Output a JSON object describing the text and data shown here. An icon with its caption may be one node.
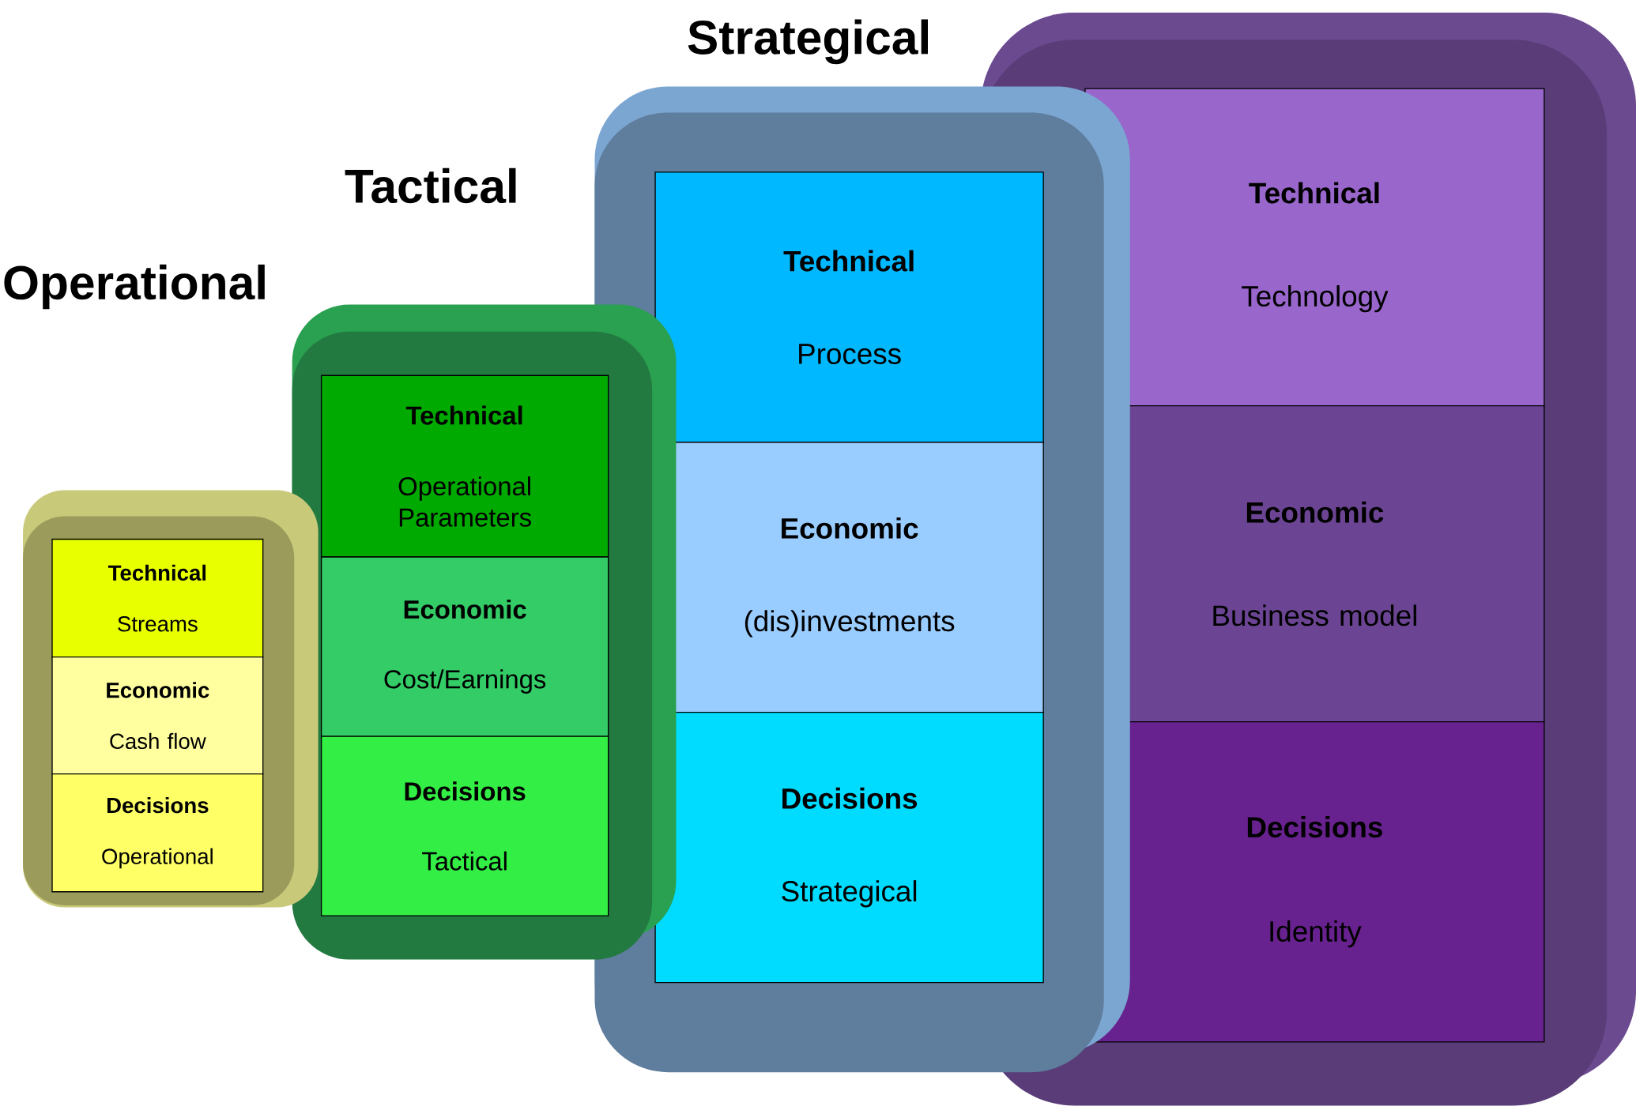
{
  "diagram": {
    "nodes": [
      {
        "text": [],
        "shape": "box"
      },
      {
        "text": [
          "Technical",
          "Streams"
        ],
        "in": 0
      },
      {
        "text": [
          "Economic",
          "Cash flow"
        ],
        "in": 0
      },
      {
        "text": [
          "Decisions",
          "Operational"
        ],
        "in": 0
      },
      {
        "text": [],
        "shape": "box"
      },
      {
        "text": [
          "Technical",
          "Operational Parameters"
        ],
        "in": 4
      },
      {
        "text": [
          "Economic",
          "Cost/Earnings"
        ],
        "in": 4
      },
      {
        "text": [
          "Decisions",
          "Tactical"
        ],
        "in": 4
      },
      {
        "text": [],
        "shape": "box"
      },
      {
        "text": [
          "Technical",
          "Process"
        ],
        "in": 8
      },
      {
        "text": [
          "Economic",
          "(dis)investments"
        ],
        "in": 8
      },
      {
        "text": [
          "Decisions",
          "Strategical"
        ],
        "in": 8
      },
      {
        "text": [],
        "shape": "box"
      },
      {
        "text": [
          "Technical",
          "Technology"
        ],
        "in": 12
      },
      {
        "text": [
          "Economic",
          "Business model"
        ],
        "in": 12
      },
      {
        "text": [
          "Decisions",
          "Identity"
        ],
        "in": 12
      }
    ],
    "labels": [
      "Strategical",
      "Tactical",
      "Operational"
    ]
  }
}
